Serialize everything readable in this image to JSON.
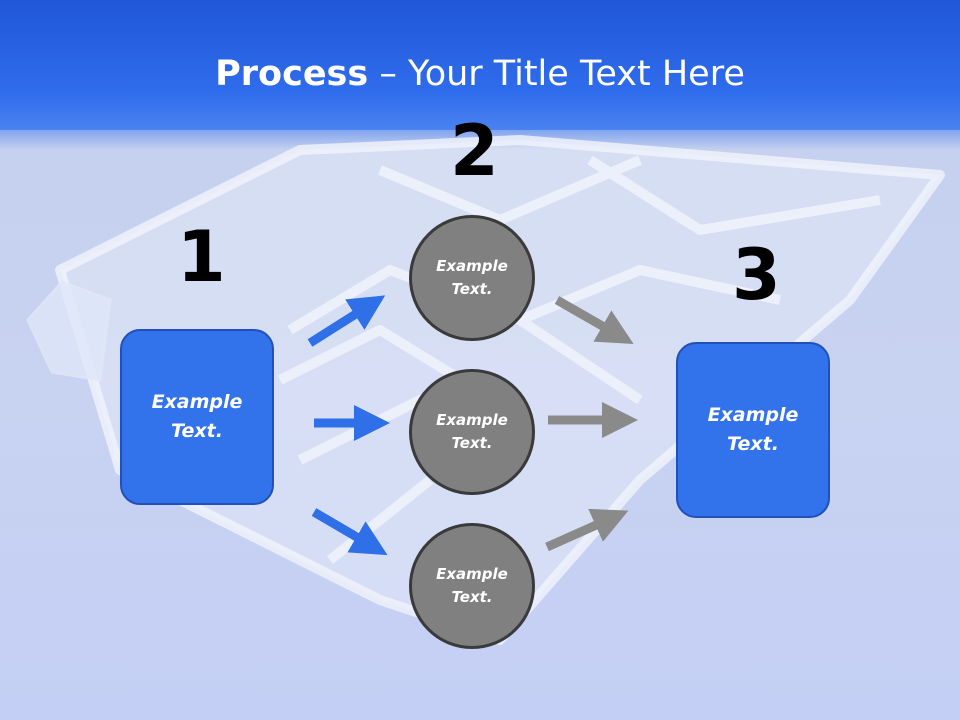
{
  "slide": {
    "title_bold": "Process",
    "title_rest": " – Your Title Text Here"
  },
  "steps": [
    {
      "number": "1",
      "text": "Example Text."
    },
    {
      "number": "2",
      "circles": [
        "Example Text.",
        "Example Text.",
        "Example Text."
      ]
    },
    {
      "number": "3",
      "text": "Example Text."
    }
  ],
  "colors": {
    "accent": "#3272ea",
    "circle": "#808080",
    "arrow_blue": "#2f6fe8",
    "arrow_gray": "#8a8a8a"
  }
}
